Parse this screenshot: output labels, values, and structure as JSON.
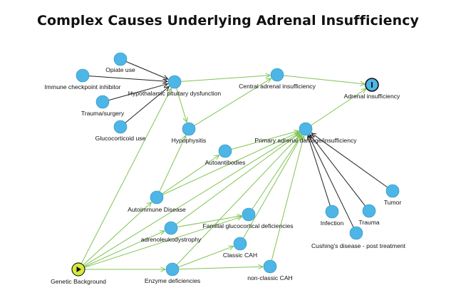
{
  "title": "Complex Causes Underlying Adrenal Insufficiency",
  "colors": {
    "node_fill": "#4db6e6",
    "node_stroke": "#2d8fc0",
    "edge_green": "#7fc452",
    "edge_black": "#222222",
    "exposure_fill": "#d8ea3a",
    "outcome_fill": "#4db6e6"
  },
  "nodes": [
    {
      "id": "opiate",
      "label": "Opiate use",
      "kind": "normal"
    },
    {
      "id": "ici",
      "label": "Immune checkpoint inhibitor",
      "kind": "normal"
    },
    {
      "id": "hpd",
      "label": "Hypothalamic pituitary dysfunction",
      "kind": "normal"
    },
    {
      "id": "trauma_surgery",
      "label": "Trauma/surgery",
      "kind": "normal"
    },
    {
      "id": "gluco_use",
      "label": "Glucocorticoid use",
      "kind": "normal"
    },
    {
      "id": "central_ai",
      "label": "Central adrenal insufficiency",
      "kind": "normal"
    },
    {
      "id": "adrenal_ins",
      "label": "Adrenal insufficiency",
      "kind": "outcome"
    },
    {
      "id": "hypophysitis",
      "label": "Hypophysitis",
      "kind": "normal"
    },
    {
      "id": "primary",
      "label": "Primary adrenal damage/insufficiency",
      "kind": "normal"
    },
    {
      "id": "autoantibodies",
      "label": "Autoantibodies",
      "kind": "normal"
    },
    {
      "id": "autoimmune",
      "label": "Autoimmune Disease",
      "kind": "normal"
    },
    {
      "id": "tumor",
      "label": "Tumor",
      "kind": "normal"
    },
    {
      "id": "infection",
      "label": "Infection",
      "kind": "normal"
    },
    {
      "id": "trauma",
      "label": "Trauma",
      "kind": "normal"
    },
    {
      "id": "cushing",
      "label": "Cushing's disease - post treatment",
      "kind": "normal"
    },
    {
      "id": "familial",
      "label": "Familial glucocortical deficiencies",
      "kind": "normal"
    },
    {
      "id": "ald",
      "label": "adrenoleukodystrophy",
      "kind": "normal"
    },
    {
      "id": "classic_cah",
      "label": "Classic CAH",
      "kind": "normal"
    },
    {
      "id": "genetic",
      "label": "Genetic Background",
      "kind": "exposure"
    },
    {
      "id": "enzyme",
      "label": "Enzyme deficiencies",
      "kind": "normal"
    },
    {
      "id": "nonclassic_cah",
      "label": "non-classic CAH",
      "kind": "normal"
    }
  ],
  "edges": [
    {
      "from": "opiate",
      "to": "hpd",
      "color": "black"
    },
    {
      "from": "ici",
      "to": "hpd",
      "color": "black"
    },
    {
      "from": "trauma_surgery",
      "to": "hpd",
      "color": "black"
    },
    {
      "from": "gluco_use",
      "to": "hpd",
      "color": "black"
    },
    {
      "from": "hpd",
      "to": "central_ai",
      "color": "green"
    },
    {
      "from": "central_ai",
      "to": "adrenal_ins",
      "color": "green"
    },
    {
      "from": "hpd",
      "to": "hypophysitis",
      "color": "green"
    },
    {
      "from": "hypophysitis",
      "to": "central_ai",
      "color": "green"
    },
    {
      "from": "primary",
      "to": "adrenal_ins",
      "color": "green"
    },
    {
      "from": "genetic",
      "to": "hpd",
      "color": "green"
    },
    {
      "from": "autoimmune",
      "to": "hypophysitis",
      "color": "green"
    },
    {
      "from": "autoimmune",
      "to": "autoantibodies",
      "color": "green"
    },
    {
      "from": "autoantibodies",
      "to": "primary",
      "color": "green"
    },
    {
      "from": "autoimmune",
      "to": "primary",
      "color": "green"
    },
    {
      "from": "genetic",
      "to": "autoimmune",
      "color": "green"
    },
    {
      "from": "genetic",
      "to": "ald",
      "color": "green"
    },
    {
      "from": "genetic",
      "to": "enzyme",
      "color": "green"
    },
    {
      "from": "genetic",
      "to": "familial",
      "color": "green"
    },
    {
      "from": "genetic",
      "to": "primary",
      "color": "green"
    },
    {
      "from": "ald",
      "to": "primary",
      "color": "green"
    },
    {
      "from": "ald",
      "to": "familial",
      "color": "green"
    },
    {
      "from": "familial",
      "to": "primary",
      "color": "green"
    },
    {
      "from": "classic_cah",
      "to": "primary",
      "color": "green"
    },
    {
      "from": "nonclassic_cah",
      "to": "primary",
      "color": "green"
    },
    {
      "from": "enzyme",
      "to": "classic_cah",
      "color": "green"
    },
    {
      "from": "enzyme",
      "to": "nonclassic_cah",
      "color": "green"
    },
    {
      "from": "enzyme",
      "to": "primary",
      "color": "green"
    },
    {
      "from": "tumor",
      "to": "primary",
      "color": "black"
    },
    {
      "from": "infection",
      "to": "primary",
      "color": "black"
    },
    {
      "from": "trauma",
      "to": "primary",
      "color": "black"
    },
    {
      "from": "cushing",
      "to": "primary",
      "color": "black"
    }
  ]
}
